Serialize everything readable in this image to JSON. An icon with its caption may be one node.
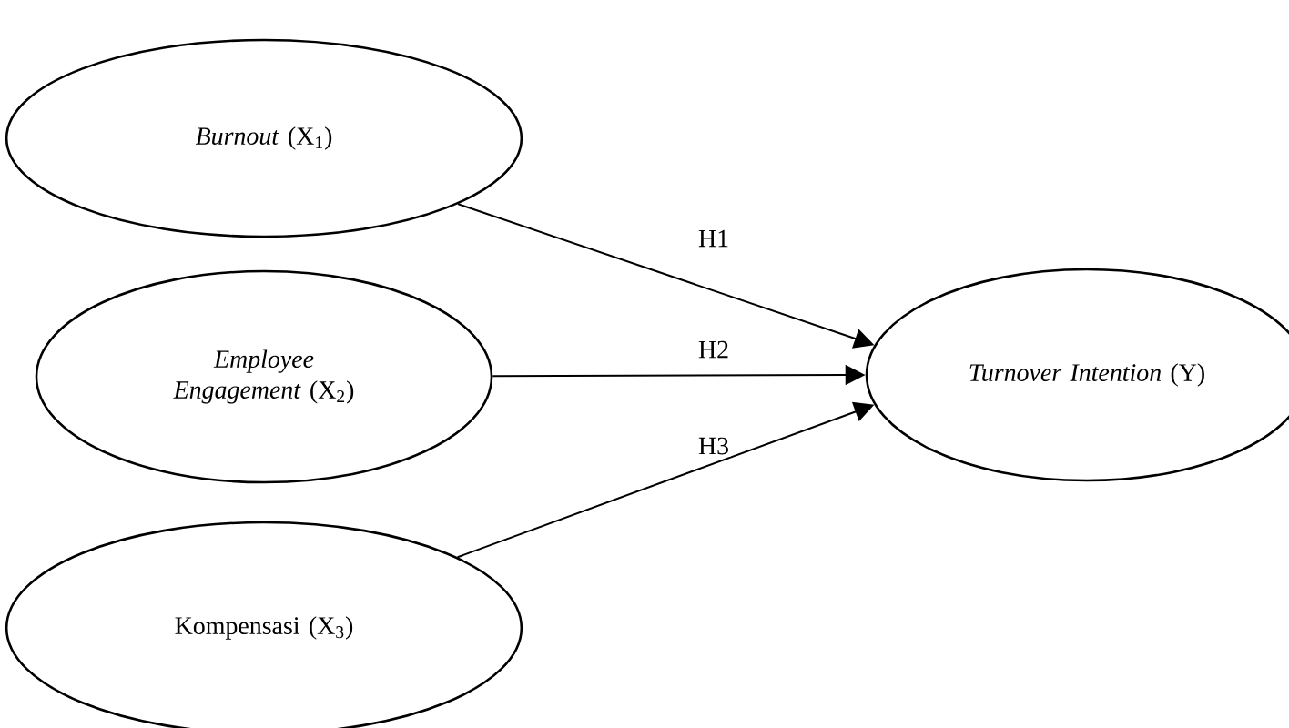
{
  "diagram": {
    "nodes": [
      {
        "text": [
          "*Burnout* (X$_{1}$)"
        ]
      },
      {
        "text": [
          "*Employee Engagement* (X$_{2}$)"
        ]
      },
      {
        "text": [
          "Kompensasi (X$_{3}$)"
        ]
      },
      {
        "text": [
          "*Turnover Intention* (Y)"
        ]
      }
    ],
    "edges": [
      {
        "from": 0,
        "to": 3,
        "arrow": "to",
        "label": "H1"
      },
      {
        "from": 1,
        "to": 3,
        "arrow": "to",
        "label": "H2"
      },
      {
        "from": 2,
        "to": 3,
        "arrow": "to",
        "label": "H3"
      }
    ]
  }
}
